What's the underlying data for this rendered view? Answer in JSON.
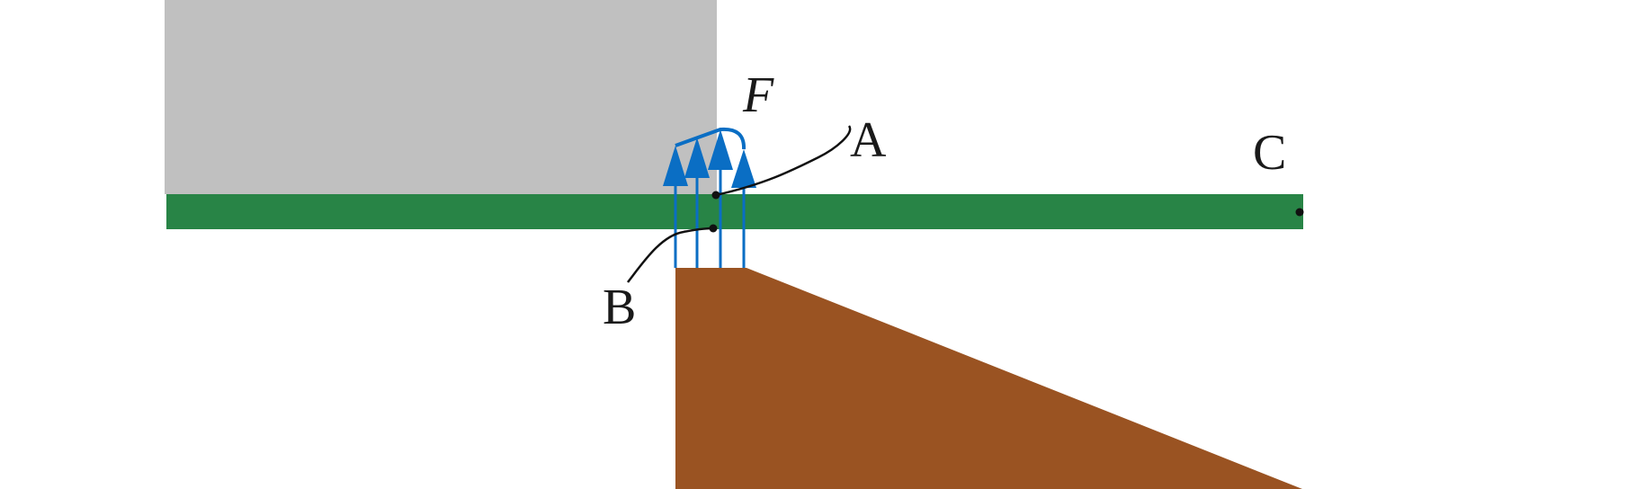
{
  "labels": {
    "force": "F",
    "point_a": "A",
    "point_b": "B",
    "point_c": "C"
  },
  "colors": {
    "block": "#c0c0c0",
    "beam": "#288446",
    "support": "#9a5322",
    "force": "#0a6ec4",
    "leader": "#111111"
  }
}
